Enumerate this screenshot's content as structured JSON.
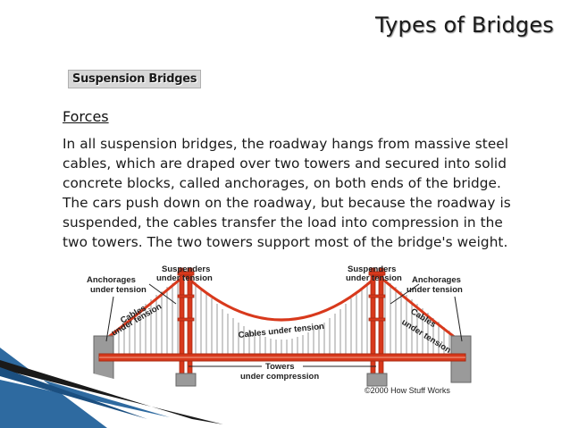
{
  "slide": {
    "title": "Types of Bridges",
    "subtitle": "Suspension Bridges",
    "heading": "Forces",
    "body": "In all suspension bridges, the roadway hangs from massive steel cables, which are draped over two towers and secured into solid concrete blocks, called anchorages, on both ends of the bridge. The cars push down on the roadway, but because the roadway is suspended, the cables transfer the load into compression in the two towers. The two towers support most of the bridge's weight."
  },
  "diagram": {
    "suspenders_left": "Suspenders",
    "under_tension_1": "under tension",
    "suspenders_right": "Suspenders",
    "under_tension_2": "under tension",
    "anchorages_left": "Anchorages",
    "under_tension_3": "under tension",
    "anchorages_right": "Anchorages",
    "under_tension_4": "under tension",
    "cables_left": "Cables",
    "under_tension_5": "under tension",
    "cables_right": "Cables",
    "under_tension_6": "under tension",
    "cables_center": "Cables under tension",
    "towers": "Towers",
    "under_compression": "under compression",
    "copyright": "©2000 How Stuff Works"
  },
  "colors": {
    "bridge_red": "#d8391c",
    "concrete": "#9a9a9a",
    "deco_blue": "#2e6aa0"
  }
}
